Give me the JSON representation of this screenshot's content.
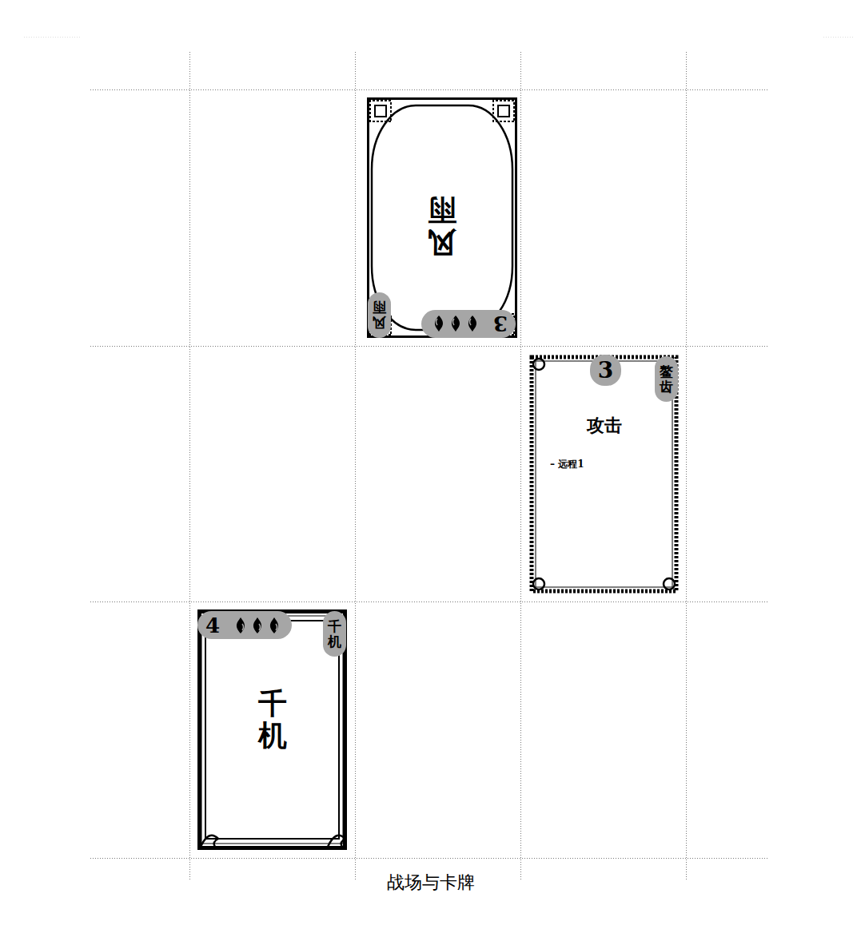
{
  "diagram": {
    "caption": "战场与卡牌",
    "nodes": [
      {
        "text": [
          "风雨"
        ]
      },
      {
        "text": [
          "风雨"
        ],
        "in": 0
      },
      {
        "text": [
          "3"
        ],
        "in": 0
      },
      {
        "text": [
          "攻击",
          "– 远程1"
        ]
      },
      {
        "text": [
          "3"
        ],
        "in": 3
      },
      {
        "text": [
          "鳌齿"
        ],
        "in": 3
      },
      {
        "text": [
          "千机"
        ]
      },
      {
        "text": [
          "4"
        ],
        "in": 6
      },
      {
        "text": [
          "千机"
        ],
        "in": 6
      }
    ]
  }
}
